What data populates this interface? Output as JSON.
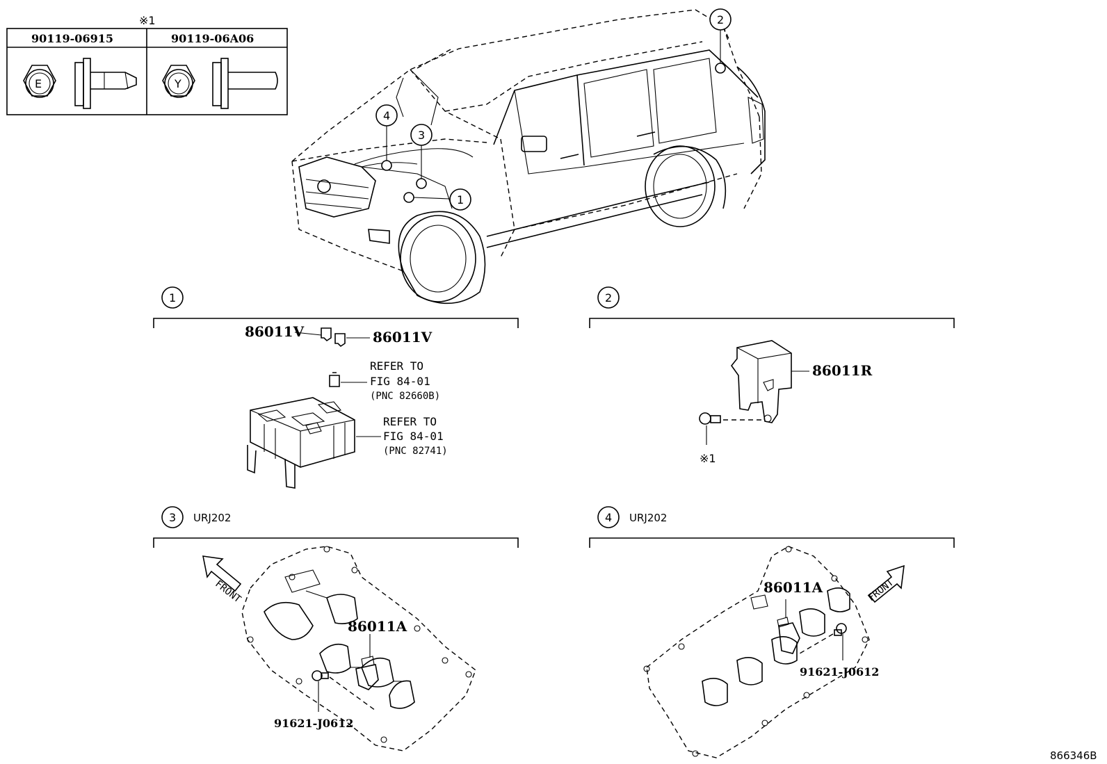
{
  "legend": {
    "mark": "※1",
    "bolts": [
      {
        "part_no": "90119-06915",
        "head_letter": "E"
      },
      {
        "part_no": "90119-06A06",
        "head_letter": "Y"
      }
    ]
  },
  "vehicle_callouts": [
    "1",
    "2",
    "3",
    "4"
  ],
  "sections": [
    {
      "number": "1",
      "title": "",
      "parts": [
        "86011V",
        "86011V"
      ],
      "refs": [
        {
          "line1": "REFER TO",
          "line2": "FIG 84-01",
          "line3": "(PNC 82660B)"
        },
        {
          "line1": "REFER TO",
          "line2": "FIG 84-01",
          "line3": "(PNC 82741)"
        }
      ]
    },
    {
      "number": "2",
      "title": "",
      "parts": [
        "86011R"
      ],
      "mark": "※1"
    },
    {
      "number": "3",
      "title": "URJ202",
      "parts": [
        "86011A",
        "91621-J0612"
      ],
      "front": "FRONT"
    },
    {
      "number": "4",
      "title": "URJ202",
      "parts": [
        "86011A",
        "91621-J0612"
      ],
      "front": "FRONT"
    }
  ],
  "figure_id": "866346B"
}
